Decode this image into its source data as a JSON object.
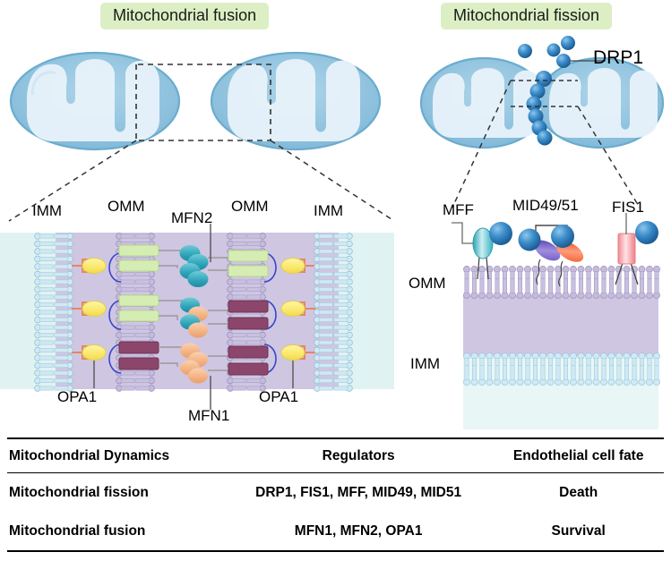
{
  "panels": {
    "fusion": {
      "title": "Mitochondrial fusion",
      "badge_color": "#dcefc4",
      "labels": {
        "imm_left": "IMM",
        "omm_left": "OMM",
        "mfn2": "MFN2",
        "omm_right": "OMM",
        "imm_right": "IMM",
        "opa1_left": "OPA1",
        "opa1_right": "OPA1",
        "mfn1": "MFN1"
      }
    },
    "fission": {
      "title": "Mitochondrial fission",
      "badge_color": "#dcefc4",
      "labels": {
        "drp1": "DRP1",
        "mff": "MFF",
        "mid": "MID49/51",
        "fis1": "FIS1",
        "omm": "OMM",
        "imm": "IMM"
      }
    }
  },
  "colors": {
    "mito_outer": "#8cc0dd",
    "mito_inner": "#e8f2fa",
    "mito_stroke": "#6aaccd",
    "drp1_sphere": "#2f7fc1",
    "omm_bilayer": "#bdb4d6",
    "imm_bilayer": "#bfe4f0",
    "intermembrane": "#cfc6e2",
    "matrix": "#e0f3f2",
    "mfn_green": "#d5edb3",
    "mfn_maroon": "#8c456b",
    "mfn_teal": "#3aa9bd",
    "mfn_orange": "#f3b183",
    "opa1_yellow": "#fbea7a",
    "opa1_link": "#e8855f",
    "mff_teal": "#3fb6c0",
    "mid49_purple": "#7b5fc4",
    "mid51_orange": "#ef4a1e",
    "fis1_pink": "#f3a0a6",
    "badge_green": "#dcefc4"
  },
  "table": {
    "headers": [
      "Mitochondrial Dynamics",
      "Regulators",
      "Endothelial cell fate"
    ],
    "rows": [
      [
        "Mitochondrial fission",
        "DRP1, FIS1, MFF, MID49, MID51",
        "Death"
      ],
      [
        "Mitochondrial fusion",
        "MFN1, MFN2, OPA1",
        "Survival"
      ]
    ]
  }
}
